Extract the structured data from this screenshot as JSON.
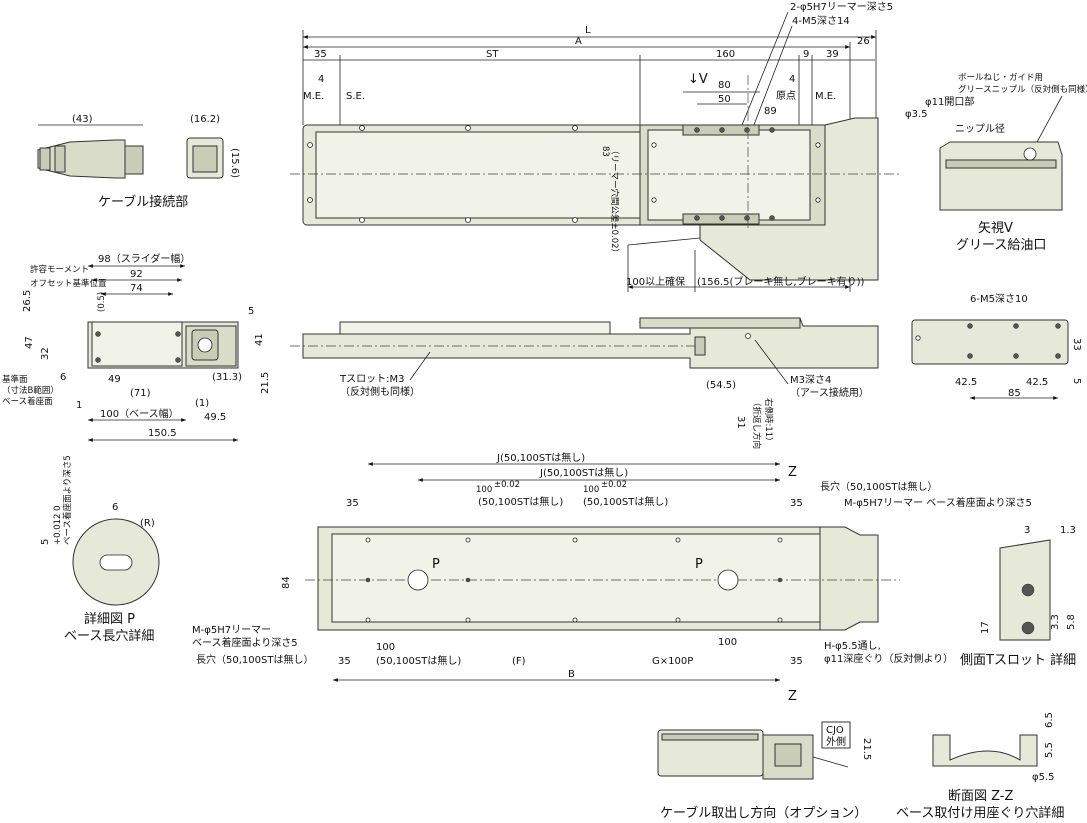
{
  "dims": {
    "L": "L",
    "A": "A",
    "ST": "ST",
    "B": "B",
    "d35a": "35",
    "d160": "160",
    "d9": "9",
    "d39": "39",
    "d26": "26",
    "d4a": "4",
    "me": "M.E.",
    "se": "S.E.",
    "d80": "80",
    "d50": "50",
    "d89": "89",
    "d4b": "4",
    "genten": "原点",
    "me2": "M.E.",
    "arrowV": "↓V",
    "reamer_top": "2-φ5H7リーマー深さ5",
    "m5_top": "4-M5深さ14",
    "d83": "83",
    "reamer_tol": "（リーマー穴間公差±0.02）",
    "d100ika": "100以上確保",
    "d156": "(156.5(ブレーキ無し,ブレーキ有り))",
    "cable_43": "(43)",
    "cable_162": "(16.2)",
    "cable_156": "(15.6)",
    "d98": "98（スライダー幅）",
    "d92": "92",
    "d74": "74",
    "d05": "(0.5)",
    "d265": "26.5",
    "d47": "47",
    "d32": "32",
    "d6": "6",
    "d49": "49",
    "d71": "(71)",
    "d1": "1",
    "d100b": "100（ベース幅）",
    "d1b": "(1)",
    "d495": "49.5",
    "d1505": "150.5",
    "d5": "5",
    "d41": "41",
    "d313": "(31.3)",
    "d215": "21.5",
    "moment": "許容モーメント",
    "offset": "オフセット基準位置",
    "kijun": "基準面",
    "kijun2": "（寸法B範囲）",
    "base_face": "ベース着座面",
    "tslot": "Tスロット:M3",
    "tslot2": "（反対側も同様）",
    "d545": "(54.5)",
    "m3": "M3深さ4",
    "m3b": "（アース接続用）",
    "d31": "31",
    "orikaeshi": "（折返し方向",
    "migawa": "右側時:11）",
    "m5_side": "6-M5深さ10",
    "d425a": "42.5",
    "d425b": "42.5",
    "d85": "85",
    "d33": "33",
    "d5c": "5",
    "j1": "J(50,100STは無し)",
    "j2": "J(50,100STは無し)",
    "h100a": "100",
    "h100a_tol": "±0.02",
    "h100a_note": "(50,100STは無し)",
    "h100b": "100",
    "h100b_tol": "±0.02",
    "h100b_note": "(50,100STは無し)",
    "d35b": "35",
    "d35c": "35",
    "d84": "84",
    "P1": "P",
    "P2": "P",
    "nagaana": "長穴（50,100STは無し）",
    "m_reamer": "M-φ5H7リーマー ベース着座面より深さ5",
    "m_reamer2": "M-φ5H7リーマー",
    "m_reamer3": "ベース着座面より深さ5",
    "nagaana2": "長穴（50,100STは無し）",
    "d35d": "35",
    "d100c": "100",
    "d100c_note": "(50,100STは無し)",
    "dF": "(F)",
    "dG": "G×100P",
    "d35e": "35",
    "d100d": "100",
    "h55": "H-φ5.5通し,",
    "h55b": "φ11深座ぐり（反対側より）",
    "Z1": "Z",
    "Z2": "Z",
    "detailP_6": "6",
    "detailP_R": "(R)",
    "detailP_5": "5",
    "detailP_tol": "+0.012 0",
    "detailP_note": "ベース着座面より深さ5",
    "tslot_3": "3",
    "tslot_13": "1.3",
    "tslot_17": "17",
    "tslot_33": "3.3",
    "tslot_58": "5.8",
    "cjo": "CJO",
    "cjo2": "外側",
    "d215b": "21.5",
    "zz_65": "6.5",
    "zz_55": "5.5",
    "zz_phi55": "φ5.5",
    "ball_note": "ボールねじ・ガイド用",
    "ball_note2": "グリースニップル（反対側も同様）",
    "phi35": "φ3.5",
    "phi11": "φ11開口部",
    "nipple": "ニップル径"
  },
  "captions": {
    "cable": "ケーブル接続部",
    "arrowV1": "矢視V",
    "arrowV2": "グリース給油口",
    "detailP1": "詳細図 P",
    "detailP2": "ベース長穴詳細",
    "tslot": "側面Tスロット 詳細",
    "cable_out": "ケーブル取出し方向（オプション）",
    "zz1": "断面図 Z-Z",
    "zz2": "ベース取付け用座ぐり穴詳細"
  }
}
